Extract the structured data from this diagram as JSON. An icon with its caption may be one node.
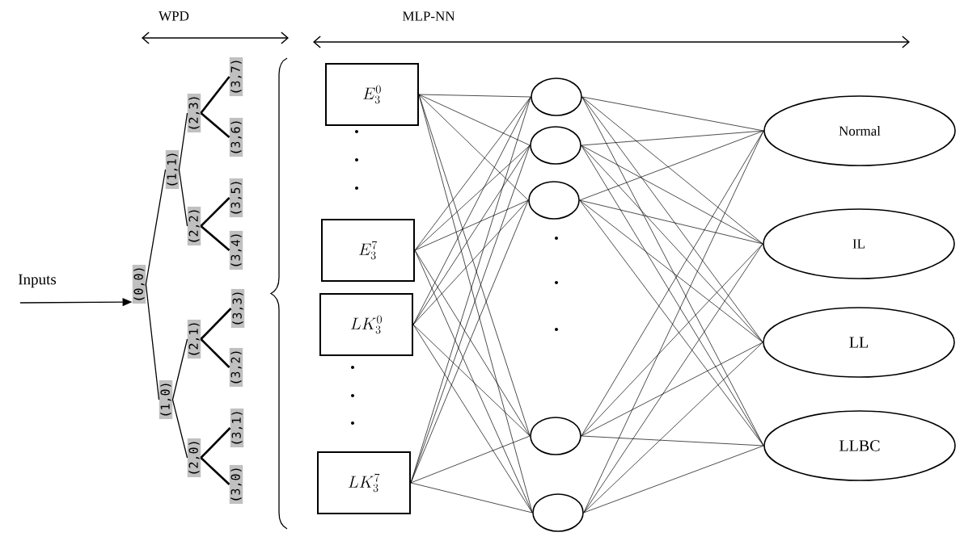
{
  "diagram": {
    "nodes": [
      {
        "text": [
          "(0,0)"
        ]
      },
      {
        "text": [
          "(1,1)"
        ]
      },
      {
        "text": [
          "(1,0)"
        ]
      },
      {
        "text": [
          "(2,3)"
        ]
      },
      {
        "text": [
          "(2,2)"
        ]
      },
      {
        "text": [
          "(2,1)"
        ]
      },
      {
        "text": [
          "(2,0)"
        ]
      },
      {
        "text": [
          "(3,7)"
        ]
      },
      {
        "text": [
          "(3,6)"
        ]
      },
      {
        "text": [
          "(3,5)"
        ]
      },
      {
        "text": [
          "(3,4)"
        ]
      },
      {
        "text": [
          "(3,3)"
        ]
      },
      {
        "text": [
          "(3,2)"
        ]
      },
      {
        "text": [
          "(3,1)"
        ]
      },
      {
        "text": [
          "(3,0)"
        ]
      },
      {
        "text": [
          "E_3^0"
        ]
      },
      {
        "text": [
          "E_3^7"
        ]
      },
      {
        "text": [
          "LK_3^0"
        ]
      },
      {
        "text": [
          "LK_3^7"
        ]
      },
      {
        "text": [],
        "shape": "circle"
      },
      {
        "text": [],
        "shape": "circle"
      },
      {
        "text": [],
        "shape": "circle"
      },
      {
        "text": [],
        "shape": "circle"
      },
      {
        "text": [],
        "shape": "circle"
      },
      {
        "text": [
          "Normal"
        ]
      },
      {
        "text": [
          "IL"
        ]
      },
      {
        "text": [
          "LL"
        ]
      },
      {
        "text": [
          "LLBC"
        ]
      }
    ],
    "edges": [
      {
        "from": null,
        "to": 0,
        "arrow": "to"
      },
      {
        "from": 0,
        "to": 1,
        "arrow": "none"
      },
      {
        "from": 0,
        "to": 2,
        "arrow": "none"
      },
      {
        "from": 1,
        "to": 3,
        "arrow": "none"
      },
      {
        "from": 1,
        "to": 4,
        "arrow": "none"
      },
      {
        "from": 2,
        "to": 5,
        "arrow": "none"
      },
      {
        "from": 2,
        "to": 6,
        "arrow": "none"
      },
      {
        "from": 3,
        "to": 7,
        "arrow": "none",
        "style": "thick"
      },
      {
        "from": 3,
        "to": 8,
        "arrow": "none",
        "style": "thick"
      },
      {
        "from": 4,
        "to": 9,
        "arrow": "none",
        "style": "thick"
      },
      {
        "from": 4,
        "to": 10,
        "arrow": "none",
        "style": "thick"
      },
      {
        "from": 5,
        "to": 11,
        "arrow": "none",
        "style": "thick"
      },
      {
        "from": 5,
        "to": 12,
        "arrow": "none",
        "style": "thick"
      },
      {
        "from": 6,
        "to": 13,
        "arrow": "none",
        "style": "thick"
      },
      {
        "from": 6,
        "to": 14,
        "arrow": "none",
        "style": "thick"
      },
      {
        "from": 15,
        "to": 19,
        "arrow": "none"
      },
      {
        "from": 15,
        "to": 20,
        "arrow": "none"
      },
      {
        "from": 15,
        "to": 21,
        "arrow": "none"
      },
      {
        "from": 15,
        "to": 22,
        "arrow": "none"
      },
      {
        "from": 15,
        "to": 23,
        "arrow": "none"
      },
      {
        "from": 16,
        "to": 19,
        "arrow": "none"
      },
      {
        "from": 16,
        "to": 20,
        "arrow": "none"
      },
      {
        "from": 16,
        "to": 21,
        "arrow": "none"
      },
      {
        "from": 16,
        "to": 22,
        "arrow": "none"
      },
      {
        "from": 16,
        "to": 23,
        "arrow": "none"
      },
      {
        "from": 17,
        "to": 19,
        "arrow": "none"
      },
      {
        "from": 17,
        "to": 20,
        "arrow": "none"
      },
      {
        "from": 17,
        "to": 21,
        "arrow": "none"
      },
      {
        "from": 17,
        "to": 22,
        "arrow": "none"
      },
      {
        "from": 17,
        "to": 23,
        "arrow": "none"
      },
      {
        "from": 18,
        "to": 19,
        "arrow": "none"
      },
      {
        "from": 18,
        "to": 20,
        "arrow": "none"
      },
      {
        "from": 18,
        "to": 21,
        "arrow": "none"
      },
      {
        "from": 18,
        "to": 22,
        "arrow": "none"
      },
      {
        "from": 18,
        "to": 23,
        "arrow": "none"
      },
      {
        "from": 19,
        "to": 24,
        "arrow": "none"
      },
      {
        "from": 19,
        "to": 25,
        "arrow": "none"
      },
      {
        "from": 19,
        "to": 26,
        "arrow": "none"
      },
      {
        "from": 19,
        "to": 27,
        "arrow": "none"
      },
      {
        "from": 20,
        "to": 24,
        "arrow": "none"
      },
      {
        "from": 20,
        "to": 25,
        "arrow": "none"
      },
      {
        "from": 20,
        "to": 26,
        "arrow": "none"
      },
      {
        "from": 20,
        "to": 27,
        "arrow": "none"
      },
      {
        "from": 21,
        "to": 24,
        "arrow": "none"
      },
      {
        "from": 21,
        "to": 25,
        "arrow": "none"
      },
      {
        "from": 21,
        "to": 26,
        "arrow": "none"
      },
      {
        "from": 21,
        "to": 27,
        "arrow": "none"
      },
      {
        "from": 22,
        "to": 24,
        "arrow": "none"
      },
      {
        "from": 22,
        "to": 25,
        "arrow": "none"
      },
      {
        "from": 22,
        "to": 26,
        "arrow": "none"
      },
      {
        "from": 22,
        "to": 27,
        "arrow": "none"
      },
      {
        "from": 23,
        "to": 24,
        "arrow": "none"
      },
      {
        "from": 23,
        "to": 25,
        "arrow": "none"
      },
      {
        "from": 23,
        "to": 26,
        "arrow": "none"
      },
      {
        "from": 23,
        "to": 27,
        "arrow": "none"
      }
    ],
    "labels": [
      "WPD",
      "MLP-NN",
      "Inputs"
    ]
  }
}
